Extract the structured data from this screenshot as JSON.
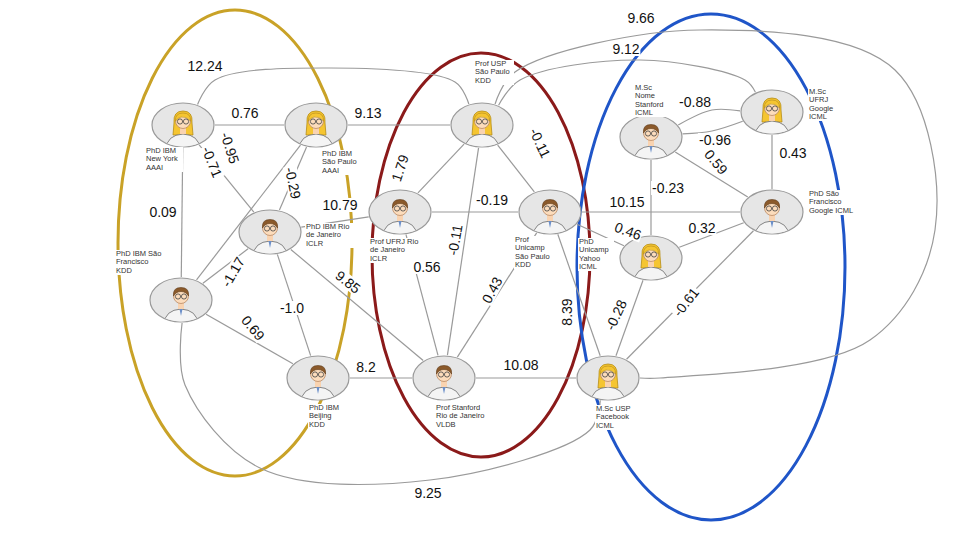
{
  "diagram": {
    "nodes": [
      {
        "text": [
          "PhD IBM New York AAAI"
        ]
      },
      {
        "text": [
          "PhD IBM São Paulo AAAI"
        ]
      },
      {
        "text": [
          "PhD IBM Rio de Janeiro ICLR"
        ]
      },
      {
        "text": [
          "PhD IBM São Francisco KDD"
        ]
      },
      {
        "text": [
          "PhD IBM Beijing KDD"
        ]
      },
      {
        "text": [
          "Prof USP São Paulo KDD"
        ]
      },
      {
        "text": [
          "Prof UFRJ Rio de Janeiro ICLR"
        ]
      },
      {
        "text": [
          "Prof Unicamp São Paulo KDD"
        ]
      },
      {
        "text": [
          "Prof Stanford Rio de Janeiro VLDB"
        ]
      },
      {
        "text": [
          "M.Sc Nome Stanford ICML"
        ]
      },
      {
        "text": [
          "M.Sc UFRJ Google ICML"
        ]
      },
      {
        "text": [
          "PhD São Francisco Google ICML"
        ]
      },
      {
        "text": [
          "PhD Unicamp Yahoo ICML"
        ]
      },
      {
        "text": [
          "M.Sc USP Facebook ICML"
        ]
      }
    ],
    "edges": [
      {
        "from": 0,
        "to": 1,
        "arrow": "none",
        "label": "0.76"
      },
      {
        "from": 0,
        "to": 5,
        "arrow": "none",
        "label": "12.24"
      },
      {
        "from": 0,
        "to": 2,
        "arrow": "none",
        "label": "-0.71"
      },
      {
        "from": 1,
        "to": 3,
        "arrow": "none",
        "label": "-0.95"
      },
      {
        "from": 0,
        "to": 3,
        "arrow": "none",
        "label": "0.09"
      },
      {
        "from": 1,
        "to": 2,
        "arrow": "none",
        "label": "-0.29"
      },
      {
        "from": 1,
        "to": 5,
        "arrow": "none",
        "label": "9.13"
      },
      {
        "from": 2,
        "to": 6,
        "arrow": "none",
        "label": "10.79"
      },
      {
        "from": 2,
        "to": 3,
        "arrow": "none",
        "label": "-1.17"
      },
      {
        "from": 2,
        "to": 4,
        "arrow": "none",
        "label": "-1.0"
      },
      {
        "from": 2,
        "to": 8,
        "arrow": "none",
        "label": "9.85"
      },
      {
        "from": 3,
        "to": 4,
        "arrow": "none",
        "label": "0.69"
      },
      {
        "from": 3,
        "to": 13,
        "arrow": "none",
        "label": "9.25"
      },
      {
        "from": 4,
        "to": 8,
        "arrow": "none",
        "label": "8.2"
      },
      {
        "from": 5,
        "to": 6,
        "arrow": "none",
        "label": "1.79"
      },
      {
        "from": 5,
        "to": 7,
        "arrow": "none",
        "label": "-0.11"
      },
      {
        "from": 5,
        "to": 8,
        "arrow": "none",
        "label": "-0.11"
      },
      {
        "from": 5,
        "to": 10,
        "arrow": "none",
        "label": "9.12"
      },
      {
        "from": 5,
        "to": 13,
        "arrow": "none",
        "label": "9.66"
      },
      {
        "from": 6,
        "to": 7,
        "arrow": "none",
        "label": "-0.19"
      },
      {
        "from": 6,
        "to": 8,
        "arrow": "none",
        "label": "0.56"
      },
      {
        "from": 7,
        "to": 8,
        "arrow": "none",
        "label": "0.43"
      },
      {
        "from": 7,
        "to": 11,
        "arrow": "none",
        "label": "10.15"
      },
      {
        "from": 7,
        "to": 12,
        "arrow": "none",
        "label": "0.46"
      },
      {
        "from": 7,
        "to": 13,
        "arrow": "none",
        "label": "8.39"
      },
      {
        "from": 8,
        "to": 13,
        "arrow": "none",
        "label": "10.08"
      },
      {
        "from": 9,
        "to": 10,
        "arrow": "none",
        "label": "-0.88"
      },
      {
        "from": 9,
        "to": 10,
        "arrow": "none",
        "label": "-0.96"
      },
      {
        "from": 9,
        "to": 11,
        "arrow": "none",
        "label": "0.59"
      },
      {
        "from": 9,
        "to": 12,
        "arrow": "none",
        "label": "-0.23"
      },
      {
        "from": 10,
        "to": 11,
        "arrow": "none",
        "label": "0.43"
      },
      {
        "from": 11,
        "to": 12,
        "arrow": "none",
        "label": "0.32"
      },
      {
        "from": 11,
        "to": 13,
        "arrow": "none",
        "label": "-0.61"
      },
      {
        "from": 12,
        "to": 13,
        "arrow": "none",
        "label": "-0.28"
      }
    ]
  }
}
